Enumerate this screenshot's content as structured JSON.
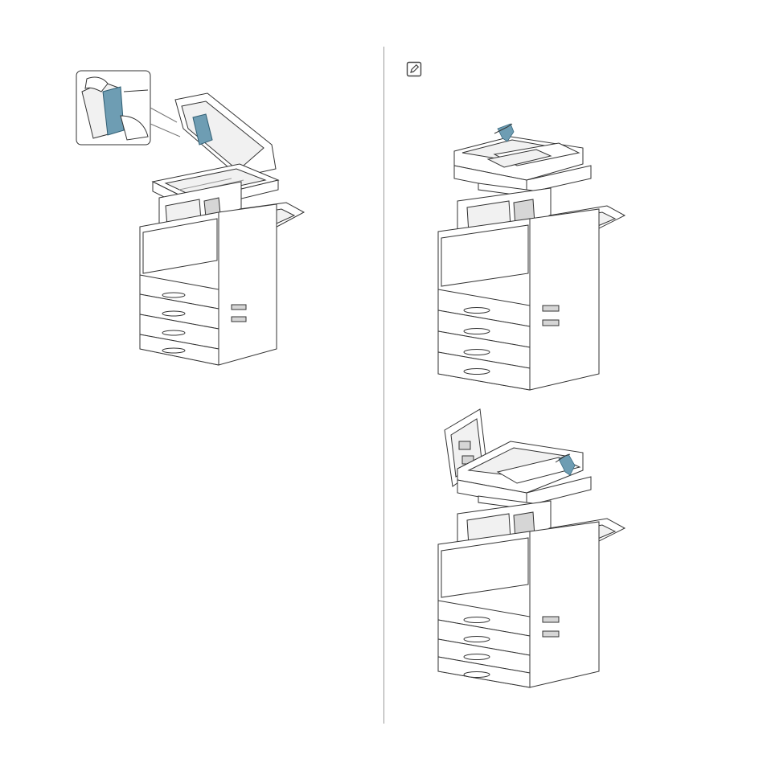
{
  "page": {
    "background": "#ffffff",
    "divider_color": "#9a9a9a",
    "accent_color": "#6e9db3"
  },
  "icons": {
    "note": "note-pencil-icon"
  },
  "illustrations": [
    {
      "id": "scanner-glass-jam",
      "depicts": "printer-with-open-scanner-lid"
    },
    {
      "id": "dadf-lift-tray",
      "depicts": "printer-with-document-feeder-tray-lifted"
    },
    {
      "id": "dadf-open-cover",
      "depicts": "printer-with-document-feeder-cover-open"
    }
  ]
}
